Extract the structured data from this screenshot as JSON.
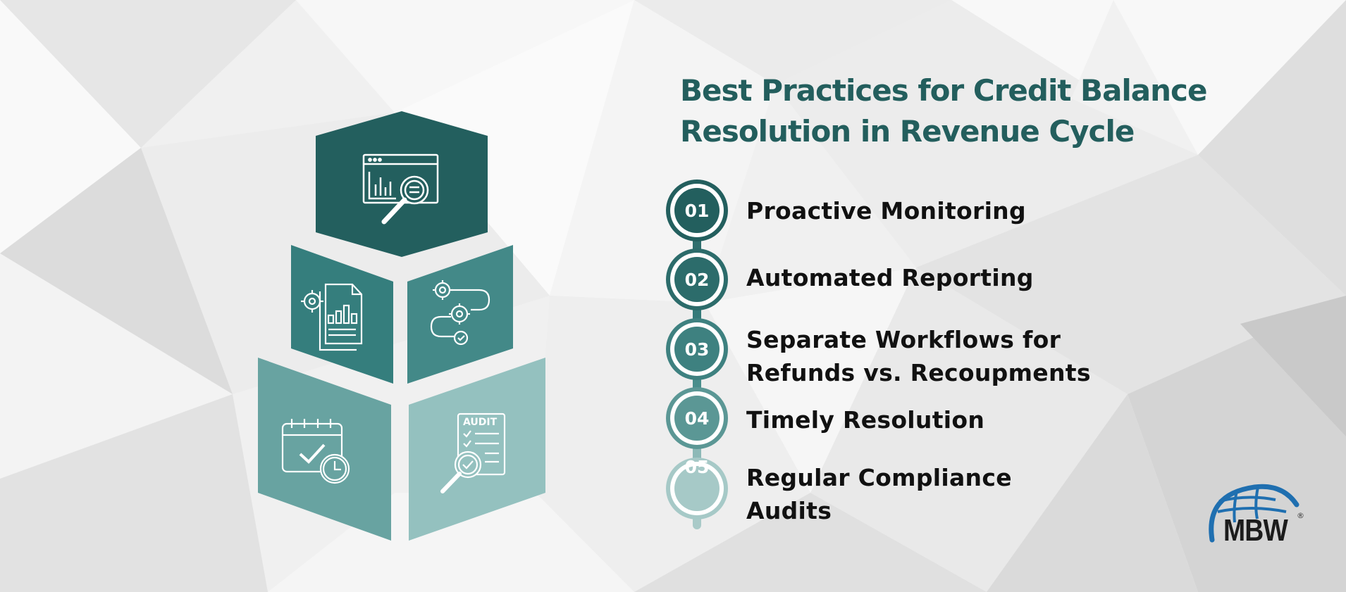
{
  "title": "Best Practices for Credit Balance Resolution in Revenue Cycle",
  "steps": [
    {
      "number": "01",
      "label": "Proactive Monitoring"
    },
    {
      "number": "02",
      "label": "Automated Reporting"
    },
    {
      "number": "03",
      "label": "Separate Workflows for Refunds vs. Recoupments"
    },
    {
      "number": "04",
      "label": "Timely Resolution"
    },
    {
      "number": "05",
      "label": "Regular Compliance Audits"
    }
  ],
  "icons": {
    "top": "monitoring-analytics-icon",
    "middle_left": "report-settings-icon",
    "middle_right": "workflow-gears-icon",
    "bottom_left": "calendar-clock-icon",
    "bottom_right": "audit-checklist-icon"
  },
  "audit_icon_text": "AUDIT",
  "logo": {
    "text": "MBW",
    "registered": "®"
  },
  "colors": {
    "title": "#235e5d",
    "teal_dark": "#235f5e",
    "teal_mid": "#3a8281",
    "teal_light": "#6aa5a3",
    "teal_pale": "#94c2c0",
    "logo_blue": "#1f6fb0"
  }
}
